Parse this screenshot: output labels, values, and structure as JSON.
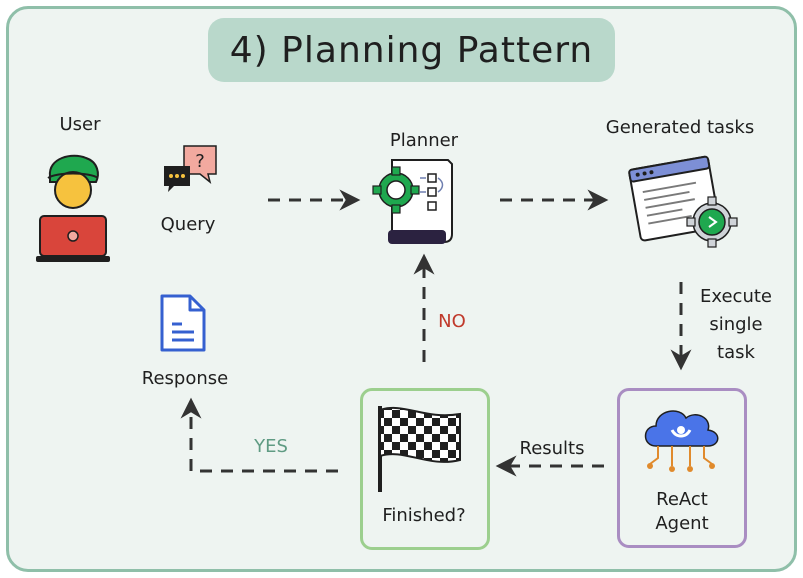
{
  "title": "4) Planning Pattern",
  "nodes": {
    "user": "User",
    "query": "Query",
    "query_mark": "?",
    "planner": "Planner",
    "generated_tasks": "Generated tasks",
    "execute": [
      "Execute",
      "single",
      "task"
    ],
    "react_agent": [
      "ReAct",
      "Agent"
    ],
    "results": "Results",
    "finished": "Finished?",
    "response": "Response"
  },
  "edges": {
    "no": "NO",
    "yes": "YES"
  },
  "colors": {
    "frame": "#8fbfa9",
    "title_bg": "#b9d8cb",
    "finished_border": "#9ccf8e",
    "agent_border": "#a98dc2",
    "no_label": "#c0392b",
    "yes_label": "#5f9b83"
  }
}
